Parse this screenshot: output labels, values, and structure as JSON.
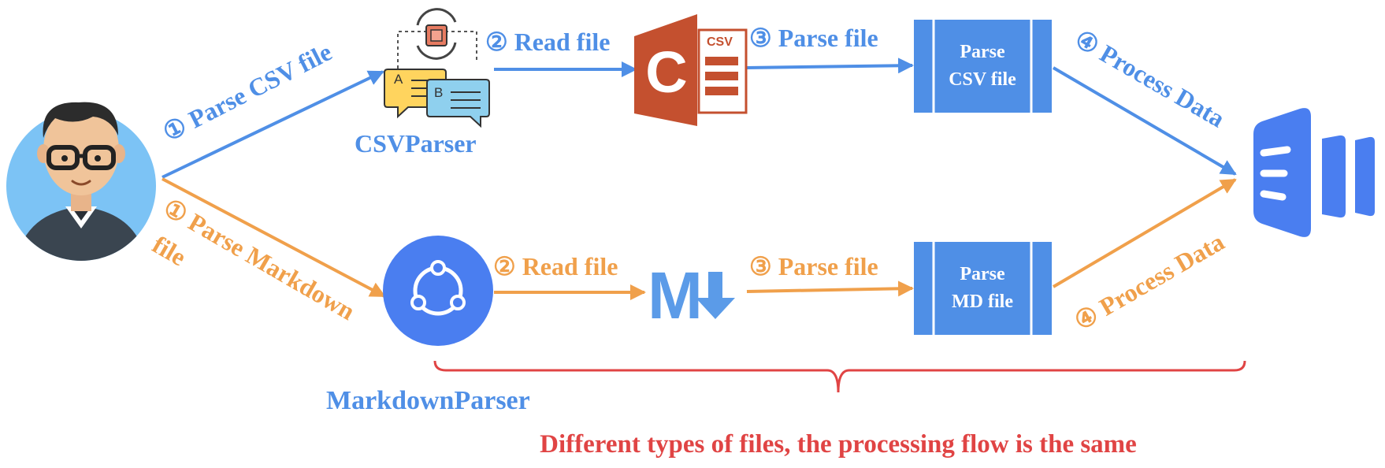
{
  "colors": {
    "blue": "#4f8fe6",
    "orange": "#f0a04b",
    "red": "#e04444",
    "csv_orange": "#c4502f",
    "md_blue": "#5b9be8"
  },
  "top_flow": {
    "step1": "① Parse CSV file",
    "parser_name": "CSVParser",
    "step2": "② Read file",
    "step3": "③ Parse file",
    "box_line1": "Parse",
    "box_line2": "CSV file",
    "step4": "④ Process Data",
    "icon_csv_label": "CSV",
    "icon_csv_letter": "C",
    "chat_a": "A",
    "chat_b": "B"
  },
  "bottom_flow": {
    "step1_line1": "① Parse Markdown",
    "step1_line2": "file",
    "parser_name": "MarkdownParser",
    "step2": "② Read file",
    "step3": "③ Parse file",
    "box_line1": "Parse",
    "box_line2": "MD file",
    "step4": "④ Process Data",
    "md_letter": "M"
  },
  "caption": "Different types of files, the processing flow is the same"
}
